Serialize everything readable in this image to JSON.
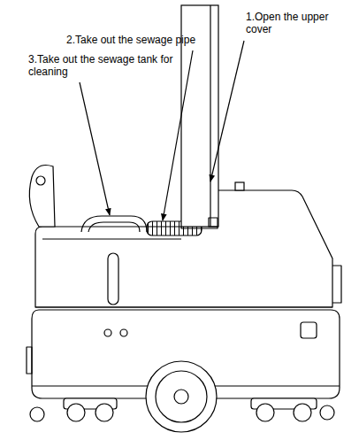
{
  "diagram": {
    "labels": [
      "1.Open the upper cover",
      "2.Take out the sewage pipe",
      "3.Take out the sewage tank for cleaning"
    ]
  }
}
